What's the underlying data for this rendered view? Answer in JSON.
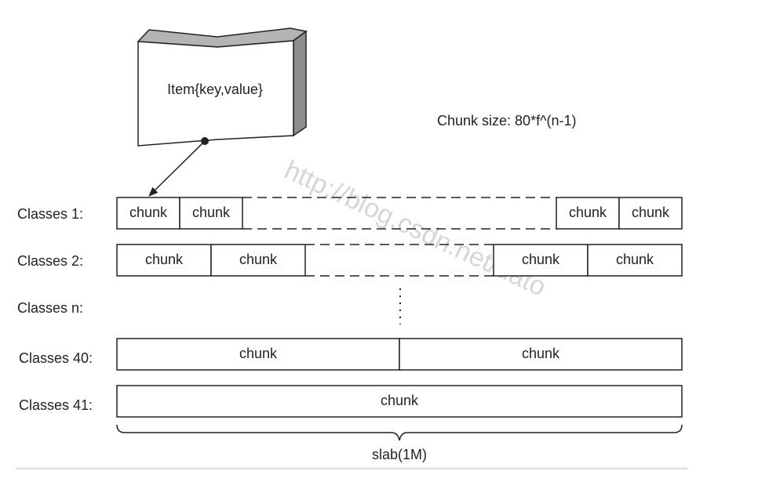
{
  "diagram": {
    "item_label": "Item{key,value}",
    "formula": "Chunk size: 80*f^(n-1)",
    "watermark": "http://blog.csdn.net/dato",
    "slab_label": "slab(1M)",
    "rows": [
      {
        "label": "Classes 1:",
        "chunk_label": "chunk"
      },
      {
        "label": "Classes 2:",
        "chunk_label": "chunk"
      },
      {
        "label": "Classes n:"
      },
      {
        "label": "Classes 40:",
        "chunk_label": "chunk"
      },
      {
        "label": "Classes 41:",
        "chunk_label": "chunk"
      }
    ],
    "colors": {
      "stroke": "#222222",
      "box_top": "#b4b4b4",
      "box_side": "#8e8e8e",
      "watermark": "#d6d6d6",
      "bottom_rule": "#dde6f0"
    }
  }
}
